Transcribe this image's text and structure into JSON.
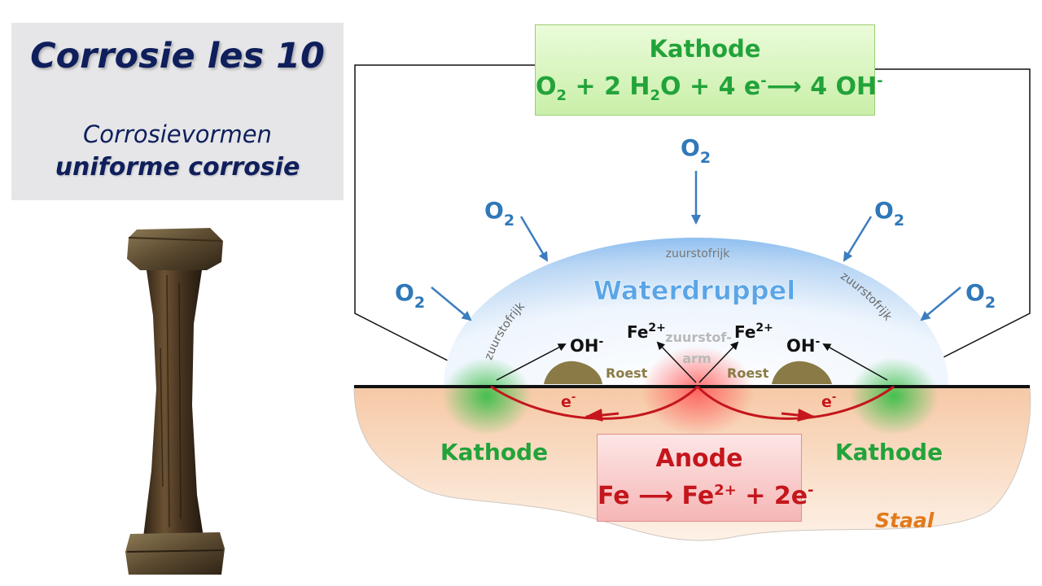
{
  "title": {
    "main": "Corrosie les 10",
    "subtitle_line1": "Corrosievormen",
    "subtitle_line2": "uniforme corrosie"
  },
  "diagram": {
    "cathode_box": {
      "title": "Kathode",
      "eq": {
        "o2": "O",
        "o2_sub": "2",
        "h2o_a": "+ 2 H",
        "h2o_sub": "2",
        "h2o_b": "O + 4 e",
        "e_sup": "-",
        "arrow": "⟶",
        "oh": "4 OH",
        "oh_sup": "-"
      }
    },
    "anode_box": {
      "title": "Anode",
      "eq": {
        "fe": "Fe",
        "arrow": "⟶",
        "fe2": "Fe",
        "fe2_sup": "2+",
        "rest": "+ 2e",
        "rest_sup": "-"
      }
    },
    "o2_label": "O",
    "o2_sub": "2",
    "droplet_label": "Waterdruppel",
    "oxygen_rich": "zuurstofrijk",
    "oxygen_poor_1": "zuurstof-",
    "oxygen_poor_2": "arm",
    "fe_ion": "Fe",
    "fe_ion_sup": "2+",
    "hydroxide": "OH",
    "hydroxide_sup": "-",
    "rust": "Roest",
    "electron": "e",
    "electron_sup": "-",
    "cathode_label": "Kathode",
    "steel_label": "Staal"
  },
  "colors": {
    "title_text": "#0f1f5c",
    "cathode_green": "#22a33a",
    "anode_red": "#c4161c",
    "oxygen_blue": "#2f78b9",
    "droplet_blue": "#8fbff0",
    "rust_brown": "#8a7a46",
    "steel_orange": "#e07a1e"
  }
}
